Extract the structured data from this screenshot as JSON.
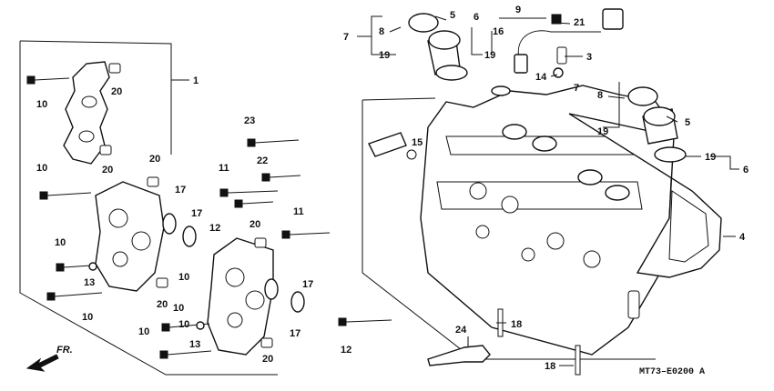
{
  "diagram": {
    "code": "MT73–E0200 A",
    "direction_label": "FR.",
    "direction_icon": "arrow-front-icon",
    "callouts": [
      {
        "id": "c1",
        "text": "1"
      },
      {
        "id": "c3",
        "text": "3"
      },
      {
        "id": "c4",
        "text": "4"
      },
      {
        "id": "c5a",
        "text": "5"
      },
      {
        "id": "c5b",
        "text": "5"
      },
      {
        "id": "c6a",
        "text": "6"
      },
      {
        "id": "c6b",
        "text": "6"
      },
      {
        "id": "c7a",
        "text": "7"
      },
      {
        "id": "c7b",
        "text": "7"
      },
      {
        "id": "c8a",
        "text": "8"
      },
      {
        "id": "c8b",
        "text": "8"
      },
      {
        "id": "c9",
        "text": "9"
      },
      {
        "id": "c10a",
        "text": "10"
      },
      {
        "id": "c10b",
        "text": "10"
      },
      {
        "id": "c10c",
        "text": "10"
      },
      {
        "id": "c10d",
        "text": "10"
      },
      {
        "id": "c10e",
        "text": "10"
      },
      {
        "id": "c10f",
        "text": "10"
      },
      {
        "id": "c10g",
        "text": "10"
      },
      {
        "id": "c10h",
        "text": "10"
      },
      {
        "id": "c11a",
        "text": "11"
      },
      {
        "id": "c11b",
        "text": "11"
      },
      {
        "id": "c12a",
        "text": "12"
      },
      {
        "id": "c12b",
        "text": "12"
      },
      {
        "id": "c13a",
        "text": "13"
      },
      {
        "id": "c13b",
        "text": "13"
      },
      {
        "id": "c14",
        "text": "14"
      },
      {
        "id": "c15",
        "text": "15"
      },
      {
        "id": "c16",
        "text": "16"
      },
      {
        "id": "c17a",
        "text": "17"
      },
      {
        "id": "c17b",
        "text": "17"
      },
      {
        "id": "c17c",
        "text": "17"
      },
      {
        "id": "c17d",
        "text": "17"
      },
      {
        "id": "c18a",
        "text": "18"
      },
      {
        "id": "c18b",
        "text": "18"
      },
      {
        "id": "c19a",
        "text": "19"
      },
      {
        "id": "c19b",
        "text": "19"
      },
      {
        "id": "c19c",
        "text": "19"
      },
      {
        "id": "c19d",
        "text": "19"
      },
      {
        "id": "c20a",
        "text": "20"
      },
      {
        "id": "c20b",
        "text": "20"
      },
      {
        "id": "c20c",
        "text": "20"
      },
      {
        "id": "c20d",
        "text": "20"
      },
      {
        "id": "c20e",
        "text": "20"
      },
      {
        "id": "c20f",
        "text": "20"
      },
      {
        "id": "c21",
        "text": "21"
      },
      {
        "id": "c22",
        "text": "22"
      },
      {
        "id": "c23",
        "text": "23"
      },
      {
        "id": "c24",
        "text": "24"
      }
    ]
  }
}
